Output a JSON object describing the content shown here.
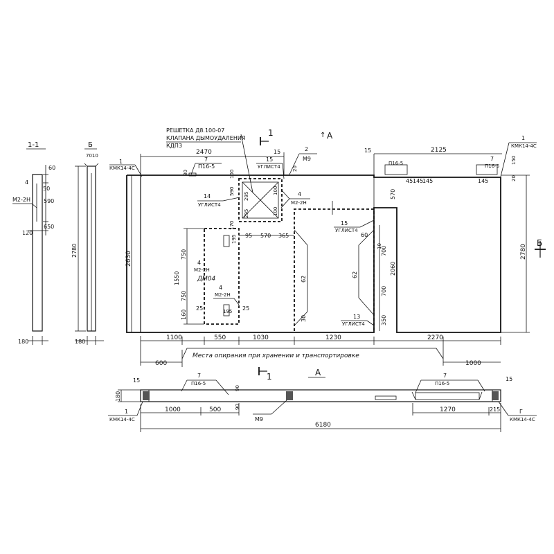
{
  "section_11": {
    "title": "1-1",
    "rebar_label": "М2-2Н",
    "rebar_pos": "4",
    "dims": [
      "60",
      "50",
      "590",
      "120",
      "650",
      "180"
    ]
  },
  "side_b": {
    "title": "Б",
    "top_dim": "7010",
    "height": "2780",
    "bottom_dim": "180"
  },
  "main": {
    "grate_label": "РЕШЕТКА Д8.100-07",
    "valve_label": "КЛАПАНА ДЫМОУДАЛЕНИЯ",
    "kap_label": "КДП3",
    "cut_1_top": "1",
    "cut_1_bottom": "1",
    "view_a_top": "А",
    "view_a_bottom": "А",
    "view_b": "Б",
    "left_callout": {
      "pos": "1",
      "name": "КМК14-4С"
    },
    "right_callout": {
      "pos": "1",
      "name": "КМК14-4С"
    },
    "p7_left": {
      "pos": "7",
      "name": "П16-5"
    },
    "p7_right": {
      "pos": "7",
      "name": "П16-5"
    },
    "p16_5_right": "П16-5",
    "m9": {
      "pos": "2",
      "name": "М9"
    },
    "ug15_top": {
      "pos": "15",
      "name": "УГЛИСТ4"
    },
    "ug14": {
      "pos": "14",
      "name": "УГЛИСТ4"
    },
    "ug15_right": {
      "pos": "15",
      "name": "УГЛИСТ4"
    },
    "ug13": {
      "pos": "13",
      "name": "УГЛИСТ4"
    },
    "m22n_grate": {
      "pos": "4",
      "name": "М2-2Н"
    },
    "m22n_window_top": {
      "pos": "4",
      "name": "М2-2Н"
    },
    "m22n_window_mid": {
      "pos": "4",
      "name": "М2-2Н"
    },
    "window_mark": "ДМ04",
    "dims_top": [
      "2470",
      "15",
      "2125",
      "20",
      "150",
      "20",
      "45",
      "145",
      "145",
      "145"
    ],
    "dims_inner": [
      "80",
      "100",
      "590",
      "100",
      "295",
      "295",
      "100",
      "170",
      "95",
      "570",
      "365",
      "60",
      "570",
      "10",
      "700",
      "700",
      "2060",
      "350",
      "30",
      "62",
      "62",
      "195",
      "195",
      "750",
      "750",
      "1550",
      "160",
      "25",
      "25"
    ],
    "height_left": "2630",
    "height_right": "2780",
    "dims_bottom": [
      "1100",
      "550",
      "1030",
      "1230",
      "2270"
    ],
    "support_left": "600",
    "support_right": "1000",
    "support_text": "Места опирания при хранении и транспортировке"
  },
  "plan_a": {
    "dims_left": [
      "180",
      "15",
      "90",
      "90"
    ],
    "p7_left": {
      "pos": "7",
      "name": "П16-5"
    },
    "p7_right": {
      "pos": "7",
      "name": "П16-5"
    },
    "ref_15": "15",
    "callout_left": {
      "pos": "1",
      "name": "КМК14-4С"
    },
    "callout_right": {
      "pos": "Г",
      "name": "КМК14-4С"
    },
    "m9": "М9",
    "dims_bottom": [
      "1000",
      "500",
      "1270",
      "215"
    ],
    "total": "6180"
  }
}
